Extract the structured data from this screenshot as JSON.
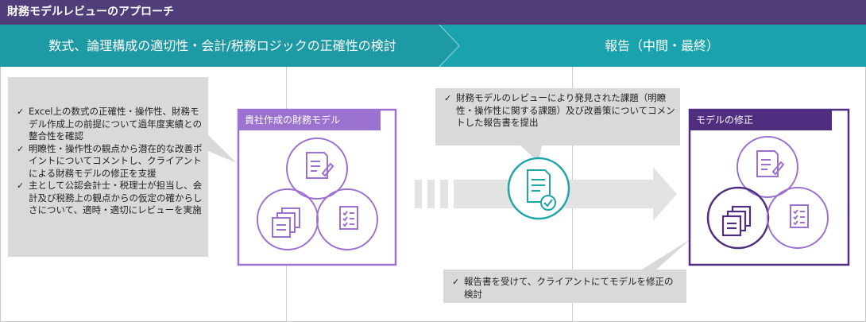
{
  "header": {
    "title": "財務モデルレビューのアプローチ"
  },
  "phases": [
    {
      "label": "数式、論理構成の適切性・会計/税務ロジックの正確性の検討"
    },
    {
      "label": "報告（中間・最終）"
    }
  ],
  "review_notes": {
    "items": [
      "Excel上の数式の正確性・操作性、財務モデル作成上の前提について過年度実績との整合性を確認",
      "明瞭性・操作性の観点から潜在的な改善ポイントについてコメントし、クライアントによる財務モデルの修正を支援",
      "主として公認会計士・税理士が担当し、会計及び税務上の観点からの仮定の確からしさについて、適時・適切にレビューを実施"
    ]
  },
  "client_model_box": {
    "label": "貴社作成の財務モデル"
  },
  "report_note": {
    "items": [
      "財務モデルのレビューにより発見された課題（明瞭性・操作性に関する課題）及び改善策についてコメントした報告書を提出"
    ]
  },
  "revision_note": {
    "items": [
      "報告書を受けて、クライアントにてモデルを修正の検討"
    ]
  },
  "revised_model_box": {
    "label": "モデルの修正"
  },
  "icons": [
    "document-pen-icon",
    "stacked-documents-icon",
    "checklist-icon",
    "report-check-icon"
  ],
  "colors": {
    "title_bar": "#4f3e7a",
    "phase_band": "#1e9aa5",
    "light_purple": "#9b72cf",
    "dark_purple": "#4f2d7f",
    "teal": "#1fa5a6",
    "callout_bg": "#d9d9d9"
  }
}
